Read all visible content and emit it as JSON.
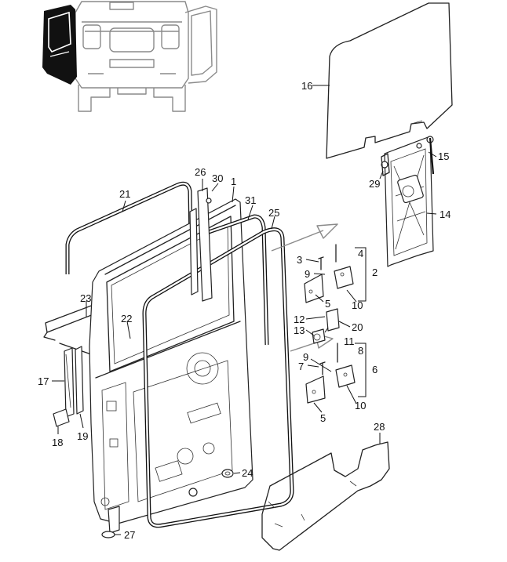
{
  "diagram": {
    "callouts": [
      {
        "id": "c1",
        "text": "1"
      },
      {
        "id": "c2",
        "text": "2"
      },
      {
        "id": "c3",
        "text": "3"
      },
      {
        "id": "c4",
        "text": "4"
      },
      {
        "id": "c5a",
        "text": "5"
      },
      {
        "id": "c5b",
        "text": "5"
      },
      {
        "id": "c6",
        "text": "6"
      },
      {
        "id": "c7",
        "text": "7"
      },
      {
        "id": "c8",
        "text": "8"
      },
      {
        "id": "c9a",
        "text": "9"
      },
      {
        "id": "c9b",
        "text": "9"
      },
      {
        "id": "c10a",
        "text": "10"
      },
      {
        "id": "c10b",
        "text": "10"
      },
      {
        "id": "c11",
        "text": "11"
      },
      {
        "id": "c12",
        "text": "12"
      },
      {
        "id": "c13",
        "text": "13"
      },
      {
        "id": "c14",
        "text": "14"
      },
      {
        "id": "c15",
        "text": "15"
      },
      {
        "id": "c16",
        "text": "16"
      },
      {
        "id": "c17",
        "text": "17"
      },
      {
        "id": "c18",
        "text": "18"
      },
      {
        "id": "c19",
        "text": "19"
      },
      {
        "id": "c20",
        "text": "20"
      },
      {
        "id": "c21",
        "text": "21"
      },
      {
        "id": "c22",
        "text": "22"
      },
      {
        "id": "c23",
        "text": "23"
      },
      {
        "id": "c24",
        "text": "24"
      },
      {
        "id": "c25",
        "text": "25"
      },
      {
        "id": "c26",
        "text": "26"
      },
      {
        "id": "c27",
        "text": "27"
      },
      {
        "id": "c28",
        "text": "28"
      },
      {
        "id": "c29",
        "text": "29"
      },
      {
        "id": "c30",
        "text": "30"
      },
      {
        "id": "c31",
        "text": "31"
      }
    ],
    "colors": {
      "line": "#222222",
      "locator_gray": "#8a8a8a",
      "highlight": "#111111"
    }
  }
}
